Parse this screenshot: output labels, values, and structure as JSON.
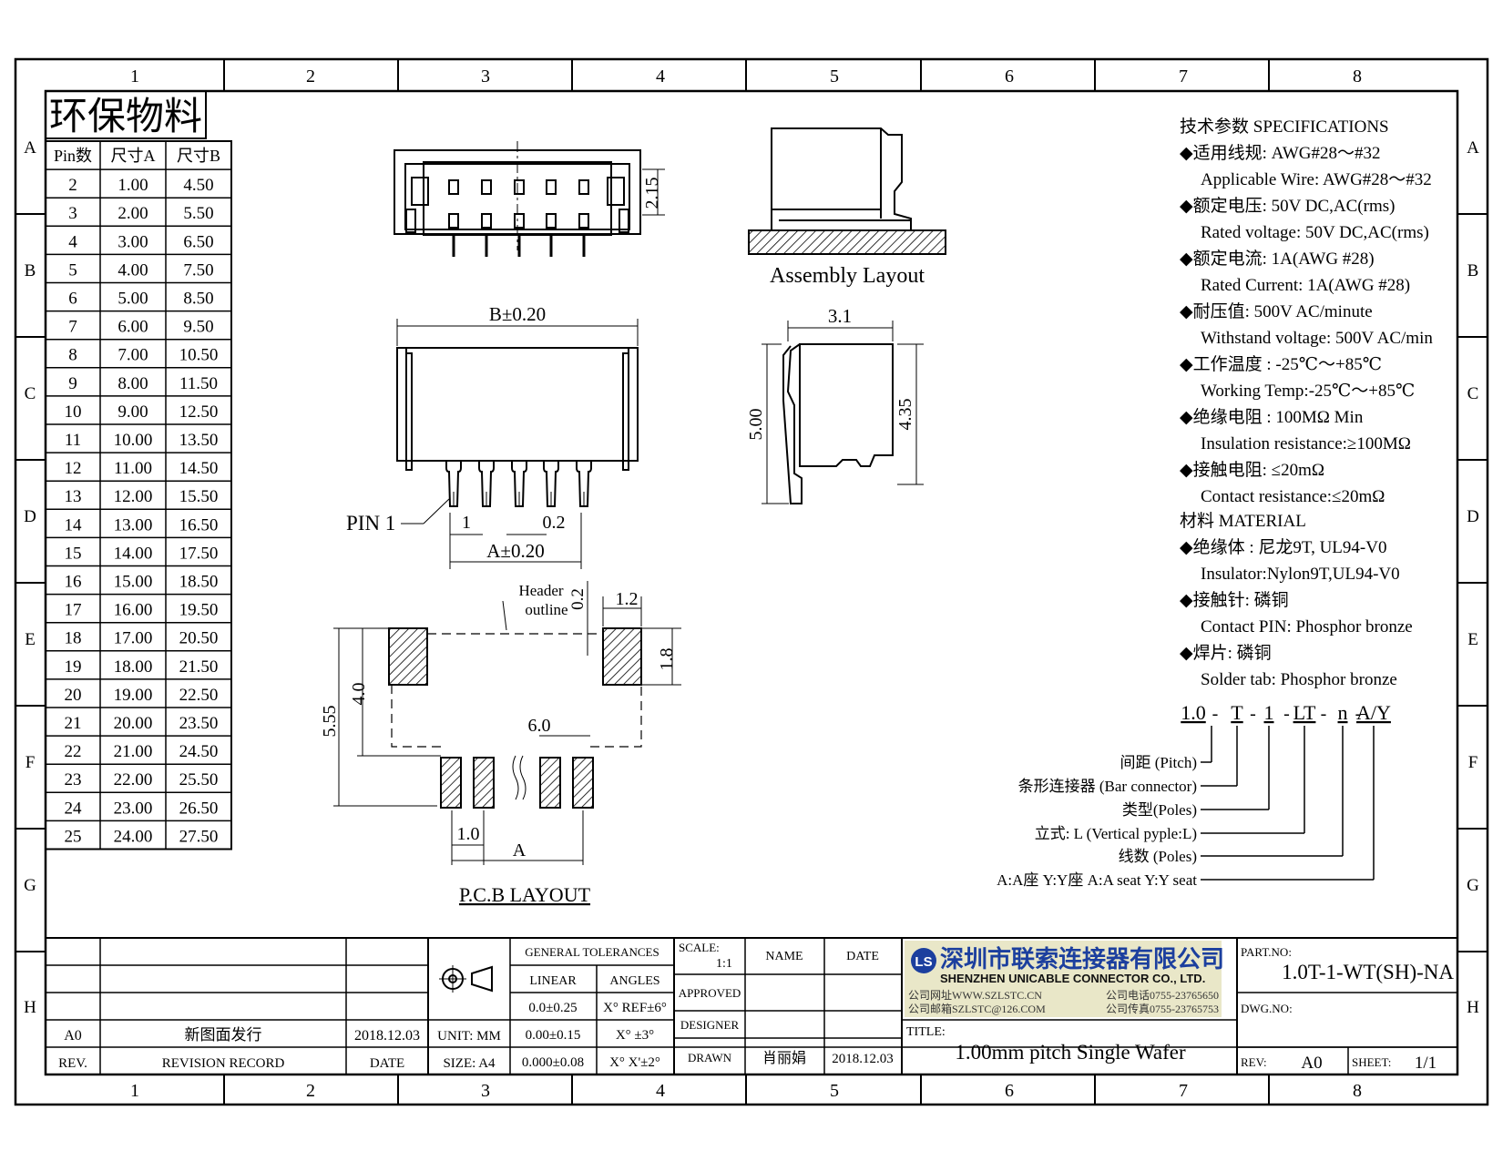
{
  "frame": {
    "cols": [
      "1",
      "2",
      "3",
      "4",
      "5",
      "6",
      "7",
      "8"
    ],
    "rows": [
      "A",
      "B",
      "C",
      "D",
      "E",
      "F",
      "G",
      "H"
    ]
  },
  "eco": "环保物料",
  "pin_table": {
    "headers": [
      "Pin数",
      "尺寸A",
      "尺寸B"
    ],
    "rows": [
      [
        "2",
        "1.00",
        "4.50"
      ],
      [
        "3",
        "2.00",
        "5.50"
      ],
      [
        "4",
        "3.00",
        "6.50"
      ],
      [
        "5",
        "4.00",
        "7.50"
      ],
      [
        "6",
        "5.00",
        "8.50"
      ],
      [
        "7",
        "6.00",
        "9.50"
      ],
      [
        "8",
        "7.00",
        "10.50"
      ],
      [
        "9",
        "8.00",
        "11.50"
      ],
      [
        "10",
        "9.00",
        "12.50"
      ],
      [
        "11",
        "10.00",
        "13.50"
      ],
      [
        "12",
        "11.00",
        "14.50"
      ],
      [
        "13",
        "12.00",
        "15.50"
      ],
      [
        "14",
        "13.00",
        "16.50"
      ],
      [
        "15",
        "14.00",
        "17.50"
      ],
      [
        "16",
        "15.00",
        "18.50"
      ],
      [
        "17",
        "16.00",
        "19.50"
      ],
      [
        "18",
        "17.00",
        "20.50"
      ],
      [
        "19",
        "18.00",
        "21.50"
      ],
      [
        "20",
        "19.00",
        "22.50"
      ],
      [
        "21",
        "20.00",
        "23.50"
      ],
      [
        "22",
        "21.00",
        "24.50"
      ],
      [
        "23",
        "22.00",
        "25.50"
      ],
      [
        "24",
        "23.00",
        "26.50"
      ],
      [
        "25",
        "24.00",
        "27.50"
      ]
    ]
  },
  "dims": {
    "top_h": "2.15",
    "b": "B±0.20",
    "pitch": "1",
    "pin_w": "0.2",
    "a": "A±0.20",
    "pin1": "PIN 1",
    "side_w": "3.1",
    "side_h1": "5.00",
    "side_h2": "4.35",
    "header_outline_1": "Header",
    "header_outline_2": "outline",
    "gap": "0.2",
    "pad_w": "1.2",
    "pad_h": "1.8",
    "h40": "4.0",
    "h555": "5.55",
    "d60": "6.0",
    "p10": "1.0",
    "pa": "A",
    "pcb": "P.C.B LAYOUT",
    "assembly": "Assembly Layout"
  },
  "specs": {
    "title": "技术参数  SPECIFICATIONS",
    "lines": [
      {
        "t": "◆适用线规: AWG#28～#32",
        "i": false
      },
      {
        "t": "Applicable Wire: AWG#28～#32",
        "i": true
      },
      {
        "t": "◆额定电压: 50V DC,AC(rms)",
        "i": false
      },
      {
        "t": "Rated voltage: 50V DC,AC(rms)",
        "i": true
      },
      {
        "t": "◆额定电流: 1A(AWG #28)",
        "i": false
      },
      {
        "t": "Rated Current: 1A(AWG #28)",
        "i": true
      },
      {
        "t": "◆耐压值: 500V AC/minute",
        "i": false
      },
      {
        "t": "Withstand voltage: 500V AC/min",
        "i": true
      },
      {
        "t": "◆工作温度 : -25℃～+85℃",
        "i": false
      },
      {
        "t": "Working Temp:-25℃～+85℃",
        "i": true
      },
      {
        "t": "◆绝缘电阻 : 100MΩ Min",
        "i": false
      },
      {
        "t": "Insulation resistance:≥100MΩ",
        "i": true
      },
      {
        "t": "◆接触电阻: ≤20mΩ",
        "i": false
      },
      {
        "t": "Contact resistance:≤20mΩ",
        "i": true
      }
    ],
    "material_title": "材料  MATERIAL",
    "material": [
      {
        "t": "◆绝缘体 : 尼龙9T, UL94-V0",
        "i": false
      },
      {
        "t": "Insulator:Nylon9T,UL94-V0",
        "i": true
      },
      {
        "t": "◆接触针: 磷铜",
        "i": false
      },
      {
        "t": "Contact PIN: Phosphor bronze",
        "i": true
      },
      {
        "t": "◆焊片: 磷铜",
        "i": false
      },
      {
        "t": "Solder tab: Phosphor bronze",
        "i": true
      }
    ]
  },
  "part_code": {
    "code": [
      "1.0",
      "T",
      "1",
      "LT",
      "n",
      "A/Y"
    ],
    "dash": "-",
    "labels": [
      "间距 (Pitch)",
      "条形连接器 (Bar connector)",
      "类型(Poles)",
      "立式: L (Vertical pyple:L)",
      "线数 (Poles)",
      "A:A座 Y:Y座 A:A seat Y:Y seat"
    ]
  },
  "title_block": {
    "rev_row": [
      "A0",
      "新图面发行",
      "2018.12.03"
    ],
    "rev_header": [
      "REV.",
      "REVISION RECORD",
      "DATE"
    ],
    "unit": "UNIT: MM",
    "size": "SIZE: A4",
    "tol_title": "GENERAL TOLERANCES",
    "linear": "LINEAR",
    "angles": "ANGLES",
    "lin": [
      "0.0±0.25",
      "0.00±0.15",
      "0.000±0.08"
    ],
    "ang": [
      "X° REF±6°",
      "X° ±3°",
      "X° X'±2°"
    ],
    "scale_label": "SCALE:",
    "scale": "1:1",
    "name": "NAME",
    "date": "DATE",
    "approved": "APPROVED",
    "designer": "DESIGNER",
    "drawn": "DRAWN",
    "drawn_name": "肖丽娟",
    "drawn_date": "2018.12.03",
    "company_cn": "深圳市联索连接器有限公司",
    "company_en": "SHENZHEN UNICABLE CONNECTOR CO., LTD.",
    "web": "公司网址WWW.SZLSTC.CN",
    "mail": "公司邮箱SZLSTC@126.COM",
    "tel": "公司电话0755-23765650",
    "fax": "公司传真0755-23765753",
    "logo": "LS",
    "title_label": "TITLE:",
    "title": "1.00mm pitch Single Wafer",
    "part_no_label": "PART.NO:",
    "part_no": "1.0T-1-WT(SH)-NA",
    "dwg_no_label": "DWG.NO:",
    "rev_label": "REV:",
    "rev": "A0",
    "sheet_label": "SHEET:",
    "sheet": "1/1"
  },
  "colors": {
    "line": "#000000",
    "logo": "#1c3f9e"
  }
}
